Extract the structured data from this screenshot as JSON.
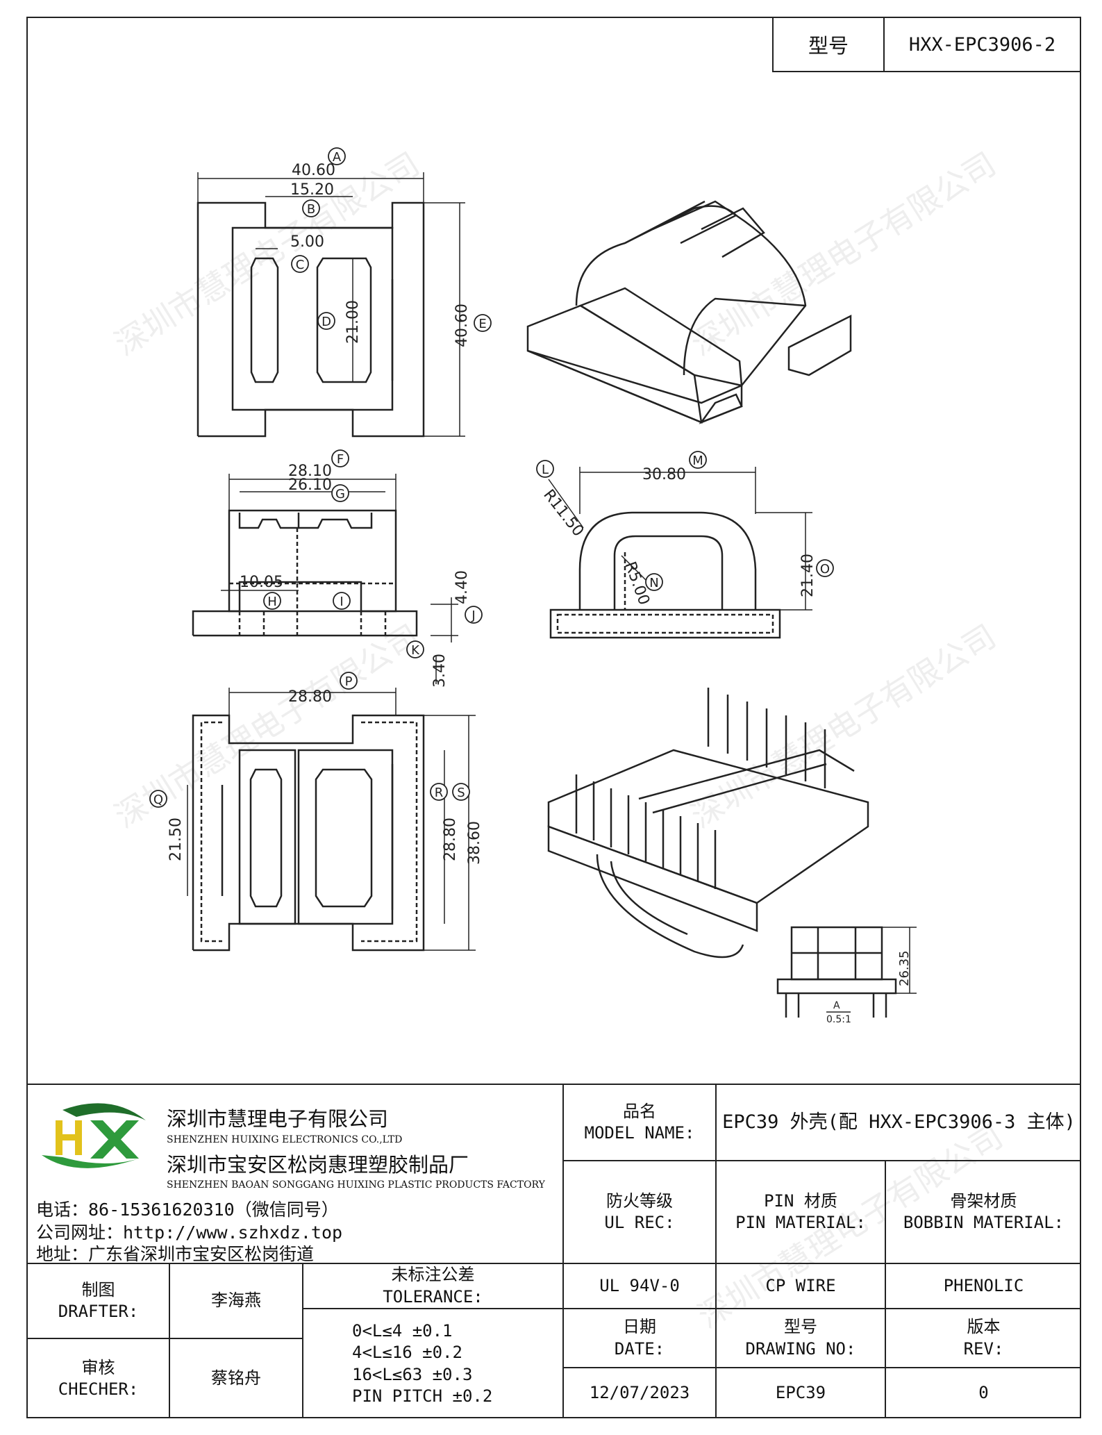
{
  "header": {
    "model_label": "型号",
    "model_value": "HXX-EPC3906-2"
  },
  "dimensions": {
    "A": "40.60",
    "B": "15.20",
    "C": "5.00",
    "D": "21.00",
    "E": "40.60",
    "F": "28.10",
    "G": "26.10",
    "H": "10.05",
    "J": "4.40",
    "K": "3.40",
    "M": "30.80",
    "L": "R11.50",
    "N": "R5.00",
    "O": "21.40",
    "P": "28.80",
    "Q": "21.50",
    "R": "28.80",
    "S": "38.60",
    "detail_height": "26.35",
    "detail_label_top": "A",
    "detail_label_bottom": "0.5:1"
  },
  "callouts": [
    "A",
    "B",
    "C",
    "D",
    "E",
    "F",
    "G",
    "H",
    "I",
    "J",
    "K",
    "L",
    "M",
    "N",
    "O",
    "P",
    "Q",
    "R",
    "S"
  ],
  "company": {
    "name_cn": "深圳市慧理电子有限公司",
    "name_en": "SHENZHEN HUIXING ELECTRONICS CO.,LTD",
    "factory_cn": "深圳市宝安区松岗惠理塑胶制品厂",
    "factory_en": "SHENZHEN BAOAN SONGGANG HUIXING PLASTIC PRODUCTS FACTORY",
    "phone": "电话：86-15361620310（微信同号）",
    "website": "公司网址：http://www.szhxdz.top",
    "address": "地址：广东省深圳市宝安区松岗街道",
    "logo_letters": "HX",
    "colors": {
      "green": "#2e9a3c",
      "yellow": "#e2c21b",
      "dark_green": "#1f6e2a"
    }
  },
  "watermark": "深圳市慧理电子有限公司",
  "title_block": {
    "model_name_label_cn": "品名",
    "model_name_label_en": "MODEL NAME:",
    "model_name_value": "EPC39 外壳(配 HXX-EPC3906-3 主体)",
    "ul_label_cn": "防火等级",
    "ul_label_en": "UL REC:",
    "pin_label_cn": "PIN 材质",
    "pin_label_en": "PIN MATERIAL:",
    "bobbin_label_cn": "骨架材质",
    "bobbin_label_en": "BOBBIN MATERIAL:",
    "ul_value": "UL 94V-0",
    "pin_value": "CP WIRE",
    "bobbin_value": "PHENOLIC",
    "drafter_cn": "制图",
    "drafter_en": "DRAFTER:",
    "drafter_name": "李海燕",
    "checker_cn": "审核",
    "checker_en": "CHECHER:",
    "checker_name": "蔡铭舟",
    "tolerance_cn": "未标注公差",
    "tolerance_en": "TOLERANCE:",
    "tolerance_lines": [
      "0<L≤4  ±0.1",
      "4<L≤16 ±0.2",
      "16<L≤63 ±0.3",
      "PIN PITCH ±0.2"
    ],
    "date_cn": "日期",
    "date_en": "DATE:",
    "drawing_no_cn": "型号",
    "drawing_no_en": "DRAWING NO:",
    "rev_cn": "版本",
    "rev_en": "REV:",
    "date_value": "12/07/2023",
    "drawing_no_value": "EPC39",
    "rev_value": "0"
  }
}
